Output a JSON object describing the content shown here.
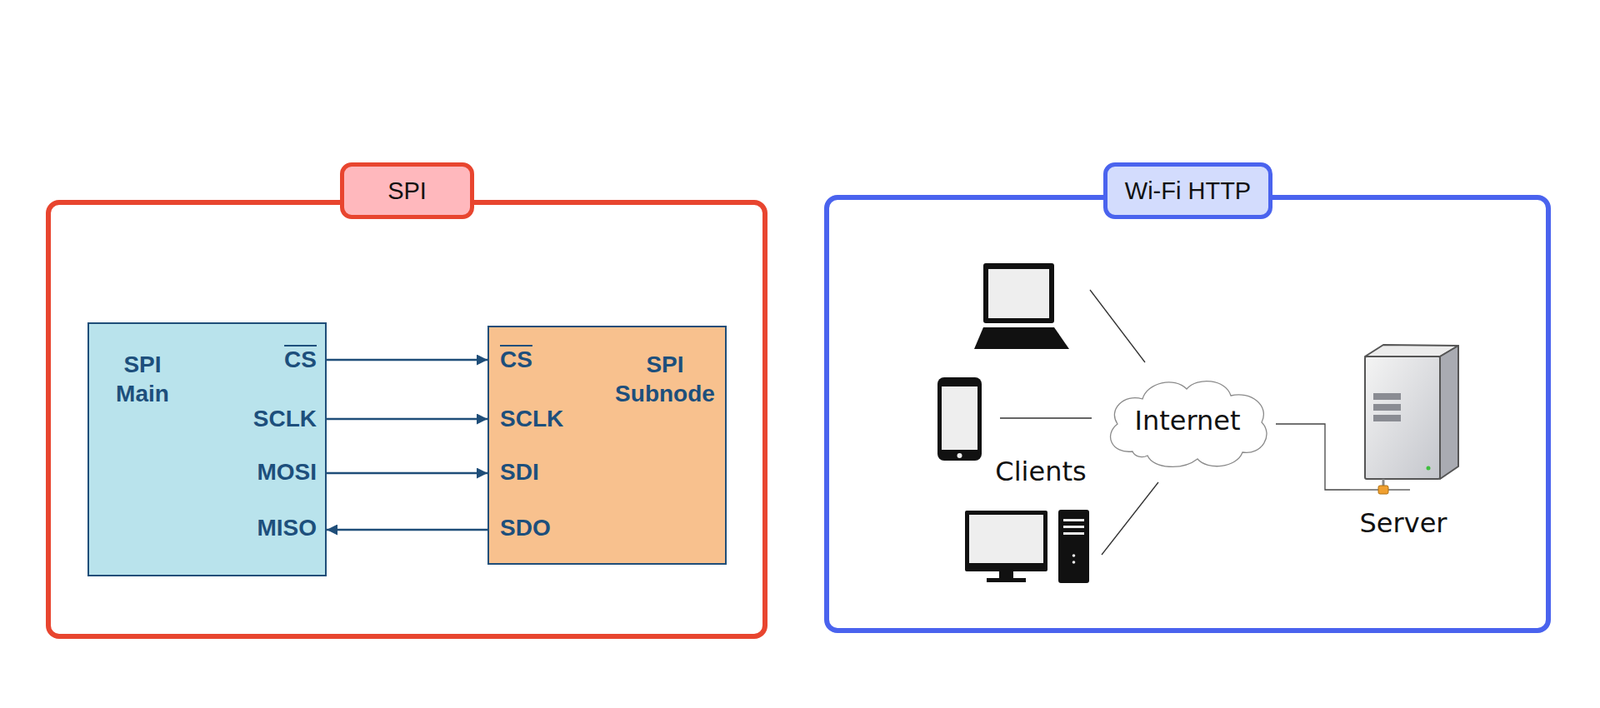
{
  "diagram": {
    "nodes": [
      {
        "text": [
          "SPI"
        ]
      },
      {
        "text": [
          "SPI Main"
        ],
        "in": 0
      },
      {
        "text": [
          "SPI Subnode"
        ],
        "in": 0
      },
      {
        "text": [
          "Wi-Fi HTTP"
        ]
      },
      {
        "text": [
          "Internet"
        ],
        "in": 3
      },
      {
        "text": [
          "Server"
        ],
        "in": 3
      }
    ],
    "edges": [
      {
        "from": 1,
        "to": 2,
        "arrow": "to"
      },
      {
        "from": 1,
        "to": 2,
        "arrow": "to"
      },
      {
        "from": 1,
        "to": 2,
        "arrow": "to"
      },
      {
        "from": 2,
        "to": 1,
        "arrow": "to"
      },
      {
        "from": 4,
        "to": 5,
        "arrow": "none"
      }
    ],
    "labels": [
      "CS",
      "SCLK",
      "MOSI",
      "MISO",
      "CS",
      "SCLK",
      "SDI",
      "SDO",
      "Clients"
    ]
  }
}
